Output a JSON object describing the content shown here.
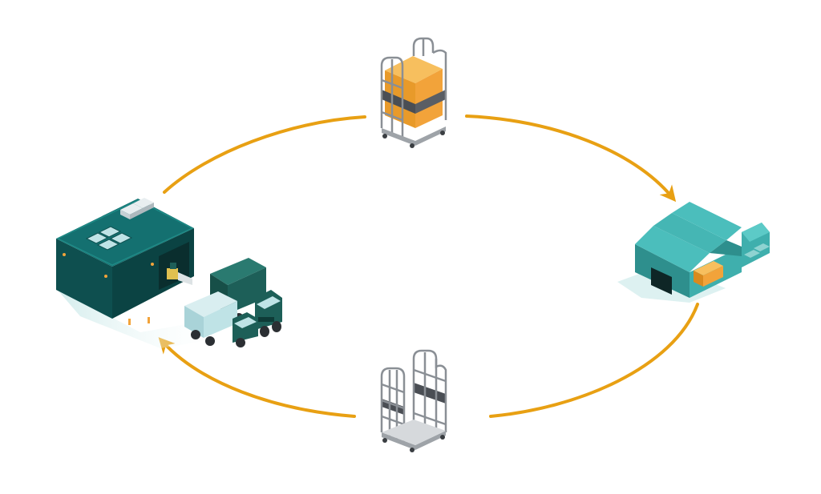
{
  "diagram": {
    "type": "returnable-container-loop",
    "nodes": [
      {
        "id": "warehouse",
        "kind": "distribution-warehouse-with-trucks"
      },
      {
        "id": "loaded-cart",
        "kind": "roll-cage-loaded-with-boxes"
      },
      {
        "id": "factory",
        "kind": "factory-with-container"
      },
      {
        "id": "empty-cart",
        "kind": "empty-roll-cage-returning"
      }
    ],
    "edges": [
      {
        "from": "warehouse",
        "to": "loaded-cart"
      },
      {
        "from": "loaded-cart",
        "to": "factory"
      },
      {
        "from": "factory",
        "to": "empty-cart"
      },
      {
        "from": "empty-cart",
        "to": "warehouse"
      }
    ]
  },
  "colors": {
    "arrow": "#E8A013",
    "warehouse_dark": "#0E4F4F",
    "warehouse_mid": "#136363",
    "warehouse_light": "#1A7A78",
    "factory": "#3FAFAD",
    "factory_dark": "#2E8F8D",
    "box_orange": "#F2A33A",
    "cage_grey": "#8A8F95",
    "cage_dark": "#4A4E54",
    "truck_teal": "#1D5F58",
    "truck_box_light": "#BFE3E6",
    "ground_shadow": "#D9EFEF"
  }
}
